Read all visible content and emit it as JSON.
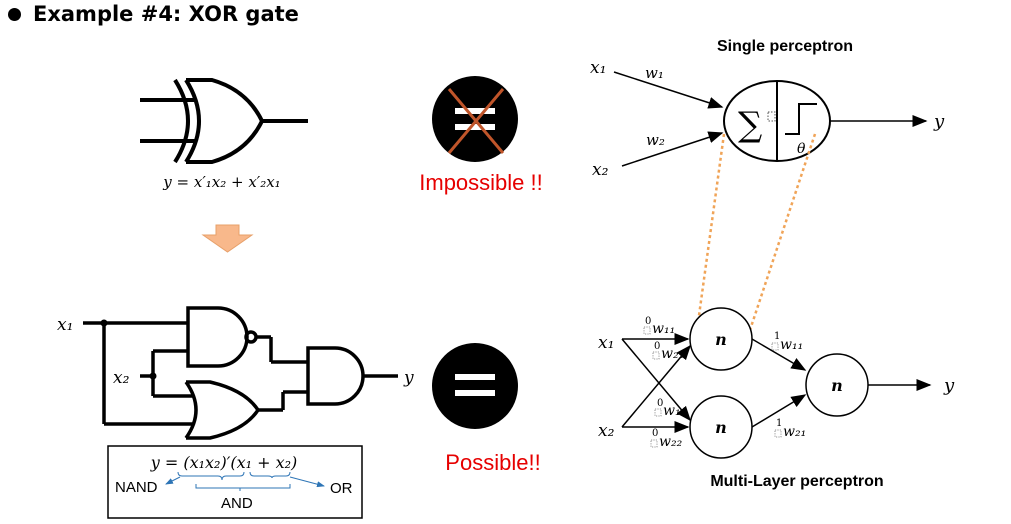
{
  "title": "Example #4: XOR gate",
  "xor_formula": "y = x′₁x₂ + x′₂x₁",
  "impossible_label": "Impossible !!",
  "possible_label": "Possible!!",
  "circuit": {
    "x1": "x₁",
    "x2": "x₂",
    "y": "y"
  },
  "formula_box": {
    "equation": "y = (x₁x₂)′(x₁ + x₂)",
    "nand": "NAND",
    "and": "AND",
    "or": "OR"
  },
  "single_perceptron": {
    "title": "Single perceptron",
    "x1": "x₁",
    "x2": "x₂",
    "w1": "w₁",
    "w2": "w₂",
    "sum_symbol": "∑",
    "theta": "θ",
    "y": "y"
  },
  "mlp": {
    "title": "Multi-Layer perceptron",
    "x1": "x₁",
    "x2": "x₂",
    "n_top": "n",
    "n_bottom": "n",
    "n_out": "n",
    "w11_0": "w₁₁",
    "w21_0": "w₂₁",
    "w12_0": "w₁₂",
    "w22_0": "w₂₂",
    "w11_1": "w₁₁",
    "w21_1": "w₂₁",
    "sup0": "0",
    "sup1": "1",
    "y": "y"
  },
  "colors": {
    "red": "#e60000",
    "cross": "#c0552a",
    "arrow_fill": "#f8b88b",
    "arrow_stroke": "#e7a06a",
    "dotted": "#f0a458",
    "blue": "#2e75b6"
  }
}
